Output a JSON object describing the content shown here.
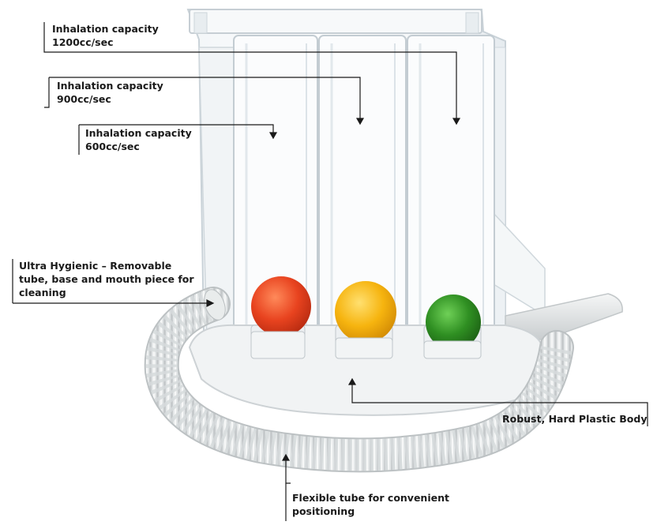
{
  "callouts": {
    "capacity_1200": {
      "line1": "Inhalation capacity",
      "line2": "1200cc/sec"
    },
    "capacity_900": {
      "line1": "Inhalation capacity",
      "line2": "900cc/sec"
    },
    "capacity_600": {
      "line1": "Inhalation capacity",
      "line2": "600cc/sec"
    },
    "hygienic": {
      "line1": "Ultra Hygienic – Removable",
      "line2": "tube, base and mouth piece for",
      "line3": "cleaning"
    },
    "body": {
      "line1": "Robust, Hard Plastic Body"
    },
    "tube": {
      "line1": "Flexible tube for convenient",
      "line2": "positioning"
    }
  },
  "balls": [
    {
      "name": "red-ball",
      "color": "#e8431f"
    },
    {
      "name": "yellow-ball",
      "color": "#f6b40f"
    },
    {
      "name": "green-ball",
      "color": "#2f8f22"
    }
  ],
  "colors": {
    "plastic": "#e9eef2",
    "tube": "#e7e9ea",
    "line": "#222222",
    "text": "#1a1a1a"
  }
}
